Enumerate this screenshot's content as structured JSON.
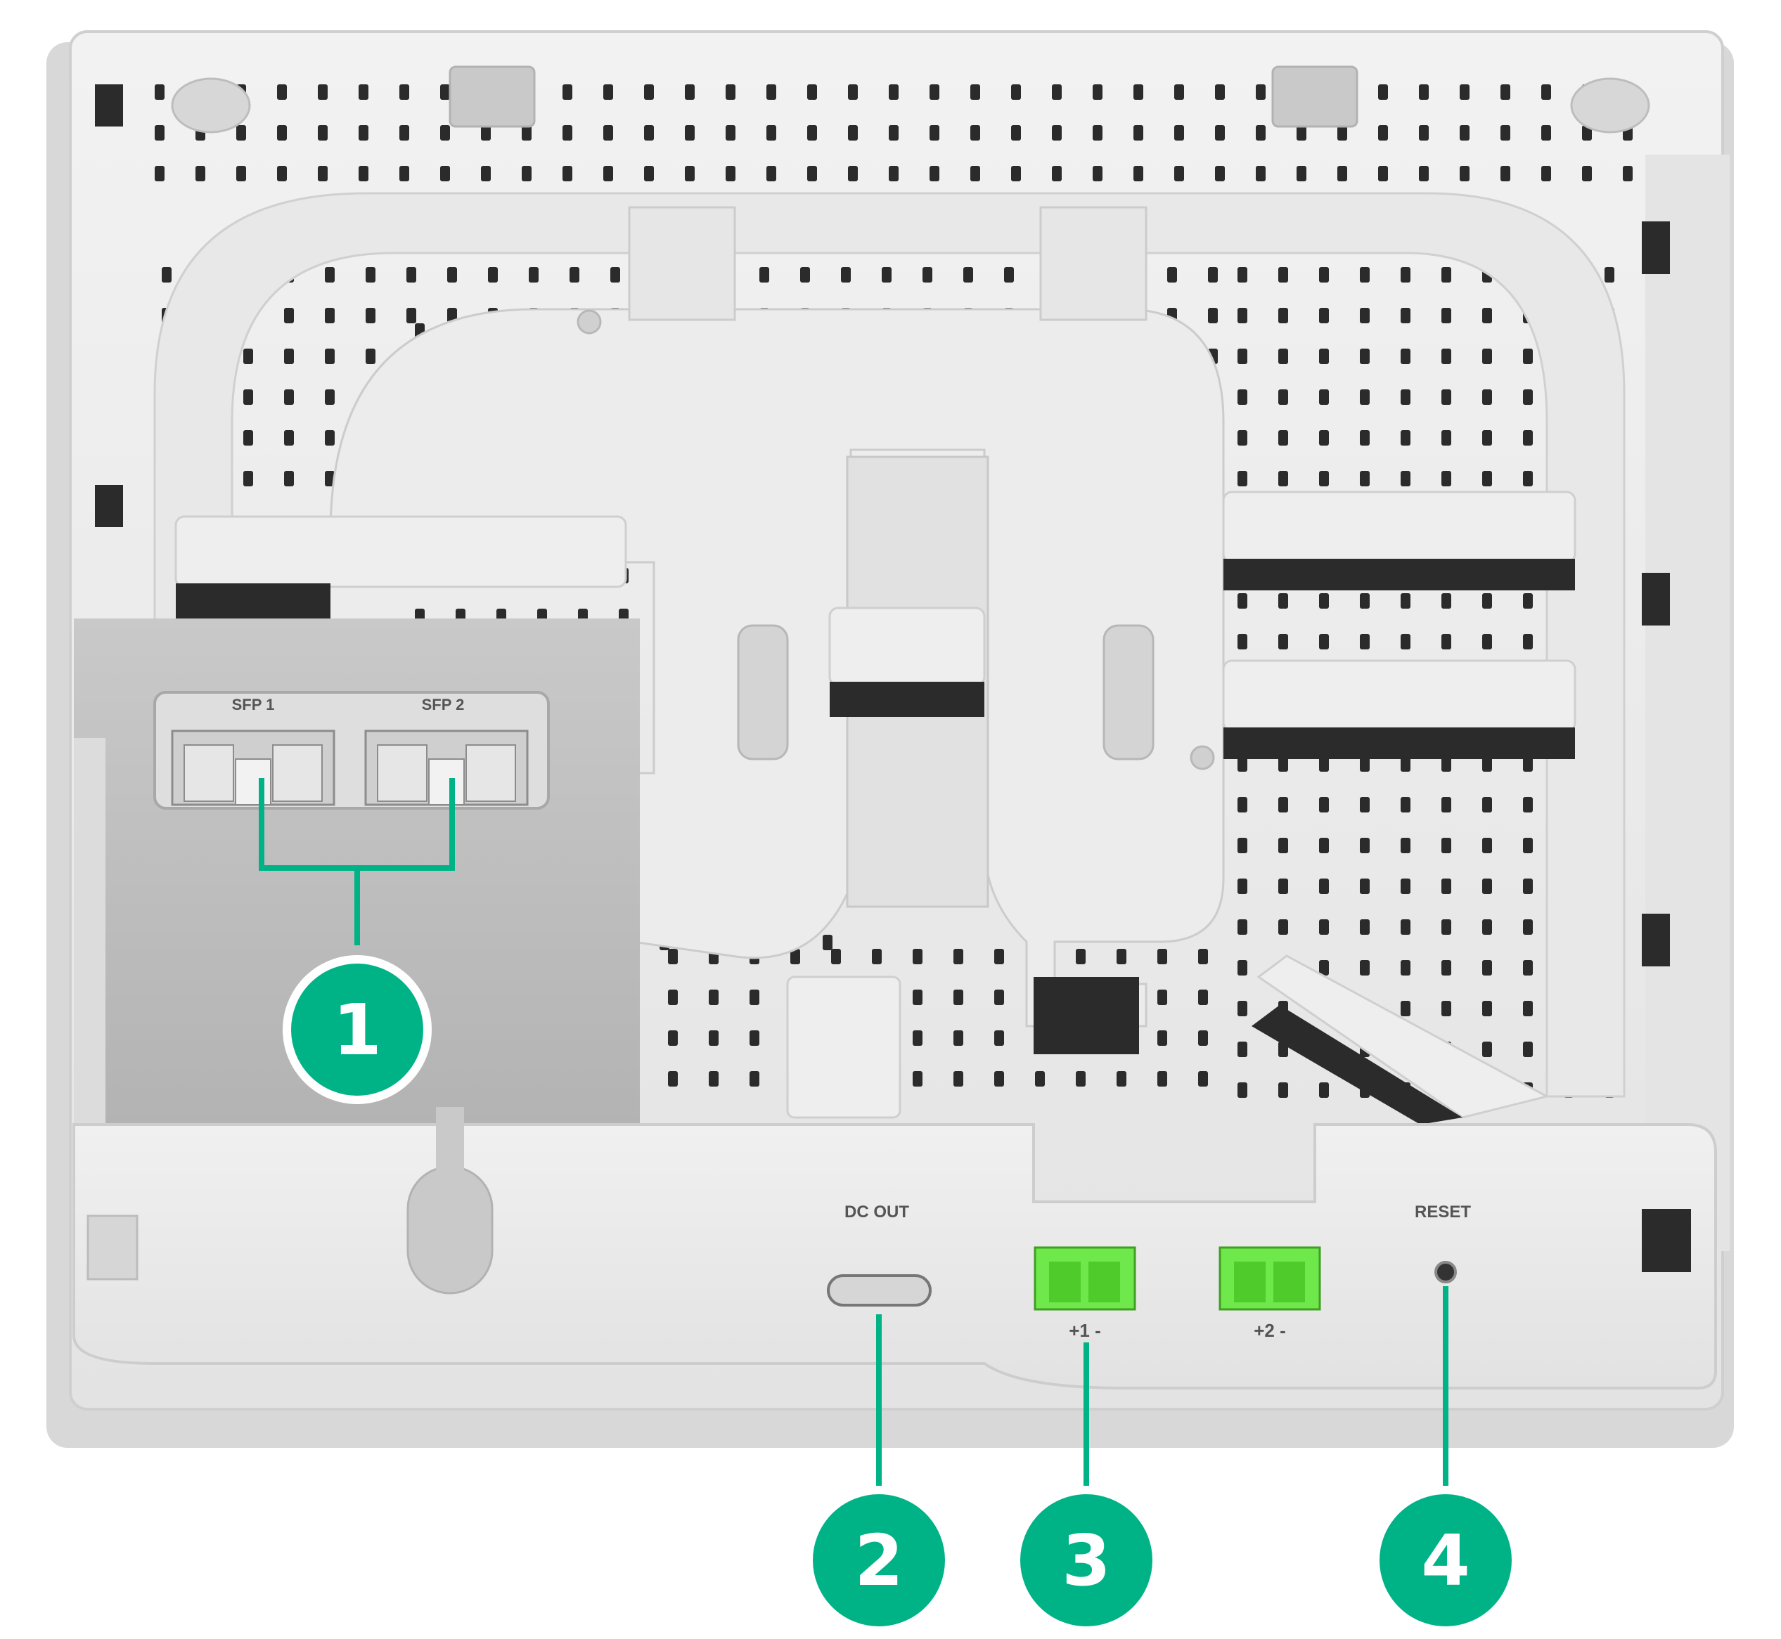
{
  "device": {
    "sfp_labels": [
      "SFP 1",
      "SFP 2"
    ],
    "dc_out_label": "DC OUT",
    "terminal_1_label": "+1 -",
    "terminal_2_label": "+2 -",
    "reset_label": "RESET"
  },
  "callouts": [
    {
      "id": "1",
      "label": "1"
    },
    {
      "id": "2",
      "label": "2"
    },
    {
      "id": "3",
      "label": "3"
    },
    {
      "id": "4",
      "label": "4"
    }
  ],
  "colors": {
    "callout": "#00b386",
    "callout_ring": "#ffffff",
    "terminal_green": "#6ee84a",
    "body_light": "#ececec",
    "body_mid": "#d9d9d9",
    "body_dark": "#b9b9b9",
    "hole": "#2b2b2b"
  }
}
